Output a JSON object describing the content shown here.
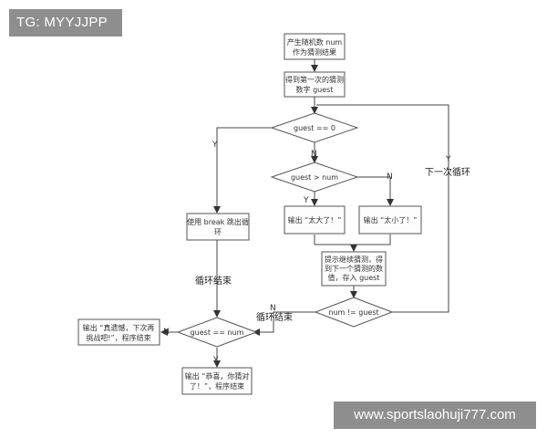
{
  "tag": "TG: MYYJJPP",
  "watermark": "www.sportslaohuji777.com",
  "nodes": {
    "start": [
      "产生随机数 num",
      "作为猜测结果"
    ],
    "first_guess": [
      "得到第一次的猜测",
      "数字 guest"
    ],
    "cond_zero": "guest == 0",
    "cond_greater": "guest > num",
    "out_big": "输出 “太大了！”",
    "out_small": "输出 “太小了！”",
    "prompt": [
      "提示继续猜测，得",
      "到下一个猜测的数",
      "值，存入 guest"
    ],
    "cond_ne": "num != guest",
    "break": [
      "使用 break 跳出循",
      "环"
    ],
    "cond_eq": "guest == num",
    "exit_msg": [
      "输出 “真遗憾，下次再",
      "挑战吧!”，程序结束"
    ],
    "win_msg": [
      "输出 “恭喜，你猜对",
      "了！”，程序结束"
    ]
  },
  "edge_labels": {
    "zero_yes": "Y",
    "zero_no": "N",
    "greater_yes": "Y",
    "greater_no": "N",
    "ne_yes": "Y",
    "next_loop": "下一次循环",
    "loop_end_left": "循环结束",
    "ne_no": "N",
    "loop_end_right": "循环结束",
    "eq_no": "N",
    "eq_yes": "Y"
  }
}
